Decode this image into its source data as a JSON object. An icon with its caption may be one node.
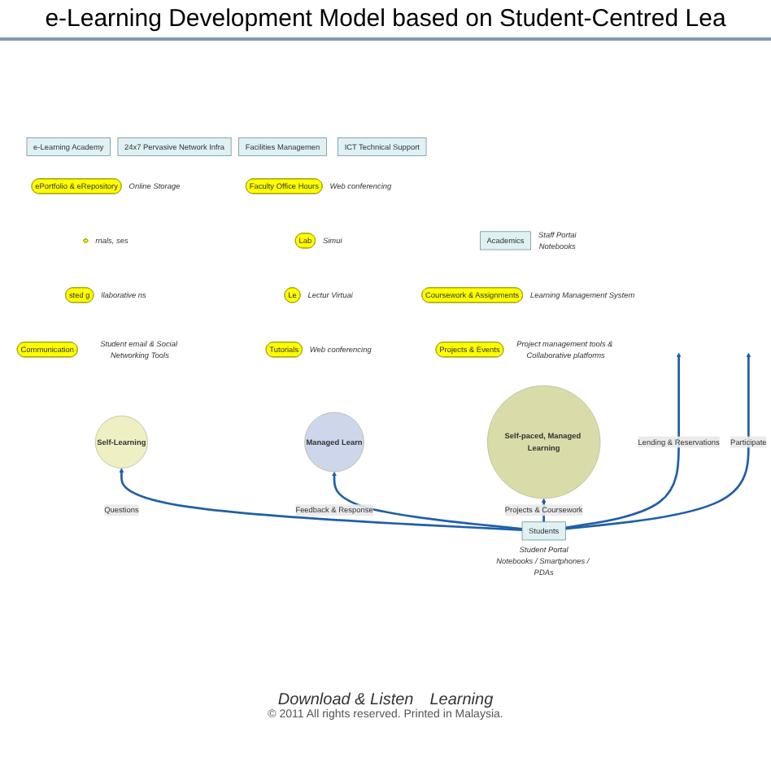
{
  "diagram": {
    "title": "e-Learning Development Model based on Student-Centred Lea",
    "nodes": [
      {
        "text": [
          "e-Learning Academy"
        ]
      },
      {
        "text": [
          "24x7 Pervasive Network Infra"
        ]
      },
      {
        "text": [
          "Academics"
        ],
        "beside": [
          "Staff Portal",
          "Notebooks"
        ]
      },
      {
        "text": [
          "ICT Technical Support"
        ]
      },
      {
        "text": [
          "Facilities Managemen"
        ]
      },
      {
        "text": [
          "Self-Learning"
        ]
      },
      {
        "text": [
          "Self-paced, Managed Learning"
        ]
      },
      {
        "text": [
          "Managed Learn"
        ]
      },
      {
        "text": [
          "ePortfolio & eRepository"
        ],
        "beside": [
          "Online Storage"
        ]
      },
      {
        "text": [],
        "shape": "ellipse",
        "beside": [
          "rnals, ses"
        ]
      },
      {
        "text": [
          "sted g"
        ],
        "beside": [
          "llaborative ns"
        ]
      },
      {
        "text": [
          "Communication"
        ],
        "beside": [
          "Student email & Social Networking Tools"
        ]
      },
      {
        "text": [
          "Coursework & Assignments"
        ],
        "beside": [
          "Learning Management System"
        ]
      },
      {
        "text": [
          "Projects & Events"
        ],
        "beside": [
          "Project management tools & Collaborative platforms"
        ]
      },
      {
        "text": [
          "Faculty Office Hours"
        ],
        "beside": [
          "Web conferencing"
        ]
      },
      {
        "text": [
          "Lab"
        ],
        "beside": [
          "Simul"
        ]
      },
      {
        "text": [
          "Le"
        ],
        "beside": [
          "Lectur Virtual"
        ]
      },
      {
        "text": [
          "Tutorials"
        ],
        "beside": [
          "Web conferencing"
        ]
      },
      {
        "text": [
          "Students"
        ],
        "beside": [
          "Student Portal",
          "Notebooks / Smartphones / PDAs"
        ]
      }
    ],
    "edges": [
      {
        "from": 18,
        "to": null,
        "arrow": "to",
        "label": "Lending & Reservations"
      },
      {
        "from": 18,
        "to": 5,
        "arrow": "to",
        "label": "Questions"
      },
      {
        "from": 18,
        "to": 6,
        "arrow": "to",
        "label": "Projects & Coursework"
      },
      {
        "from": 18,
        "to": 7,
        "arrow": "to",
        "label": "Feedback & Response"
      },
      {
        "from": 18,
        "to": null,
        "arrow": "to",
        "label": "Participate"
      }
    ],
    "labels": [
      "Download & Listen",
      "Learning"
    ],
    "caption": "© 2011 All rights reserved. Printed in Malaysia."
  }
}
